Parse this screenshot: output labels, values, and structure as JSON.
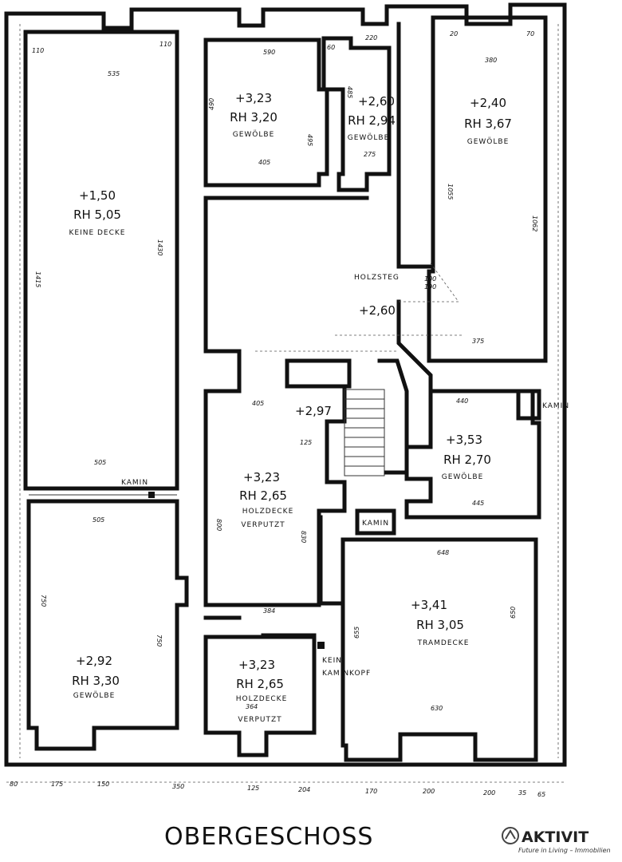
{
  "title": "OBERGESCHOSS",
  "brand": {
    "name": "AKTIVIT",
    "tagline": "Future in Living – Immobilien"
  },
  "rooms": [
    {
      "id": "room-large-west",
      "level": "+1,50",
      "height": "RH 5,05",
      "note": "KEINE DECKE"
    },
    {
      "id": "room-north-mid",
      "level": "+3,23",
      "height": "RH 3,20",
      "note": "GEWÖLBE"
    },
    {
      "id": "room-north-small",
      "level": "+2,60",
      "height": "RH 2,94",
      "note": "GEWÖLBE"
    },
    {
      "id": "room-north-east",
      "level": "+2,40",
      "height": "RH 3,67",
      "note": "GEWÖLBE"
    },
    {
      "id": "room-hall",
      "level": "+3,23",
      "height": "RH 2,65",
      "note": "HOLZDECKE",
      "note2": "VERPUTZT"
    },
    {
      "id": "room-east-mid",
      "level": "+3,53",
      "height": "RH 2,70",
      "note": "GEWÖLBE"
    },
    {
      "id": "room-south-west",
      "level": "+2,92",
      "height": "RH 3,30",
      "note": "GEWÖLBE"
    },
    {
      "id": "room-south-mid",
      "level": "+3,23",
      "height": "RH 2,65",
      "note": "HOLZDECKE",
      "note2": "VERPUTZT"
    },
    {
      "id": "room-south-east",
      "level": "+3,41",
      "height": "RH 3,05",
      "note": "TRAMDECKE"
    }
  ],
  "labels": {
    "holzsteg": "HOLZSTEG",
    "landing_level": "+2,60",
    "stair_level": "+2,97",
    "kamin_a": "KAMIN",
    "kamin_b": "KAMIN",
    "kamin_c": "KAMIN",
    "kein_kaminkopf_1": "KEIN",
    "kein_kaminkopf_2": "KAMINKOPF"
  },
  "dimensions": {
    "top": [
      "110",
      "535",
      "110",
      "590",
      "60",
      "220",
      "380",
      "20",
      "70"
    ],
    "left": [
      "1415",
      "1430",
      "750",
      "750"
    ],
    "mid": [
      "505",
      "505",
      "405",
      "125",
      "800",
      "830",
      "384",
      "364",
      "648",
      "630",
      "650",
      "655",
      "440",
      "445",
      "375",
      "1055",
      "1062",
      "490",
      "495",
      "485",
      "405",
      "275",
      "100",
      "190"
    ],
    "bottom": [
      "80",
      "175",
      "150",
      "350",
      "125",
      "204",
      "170",
      "200",
      "200",
      "35",
      "65"
    ]
  }
}
